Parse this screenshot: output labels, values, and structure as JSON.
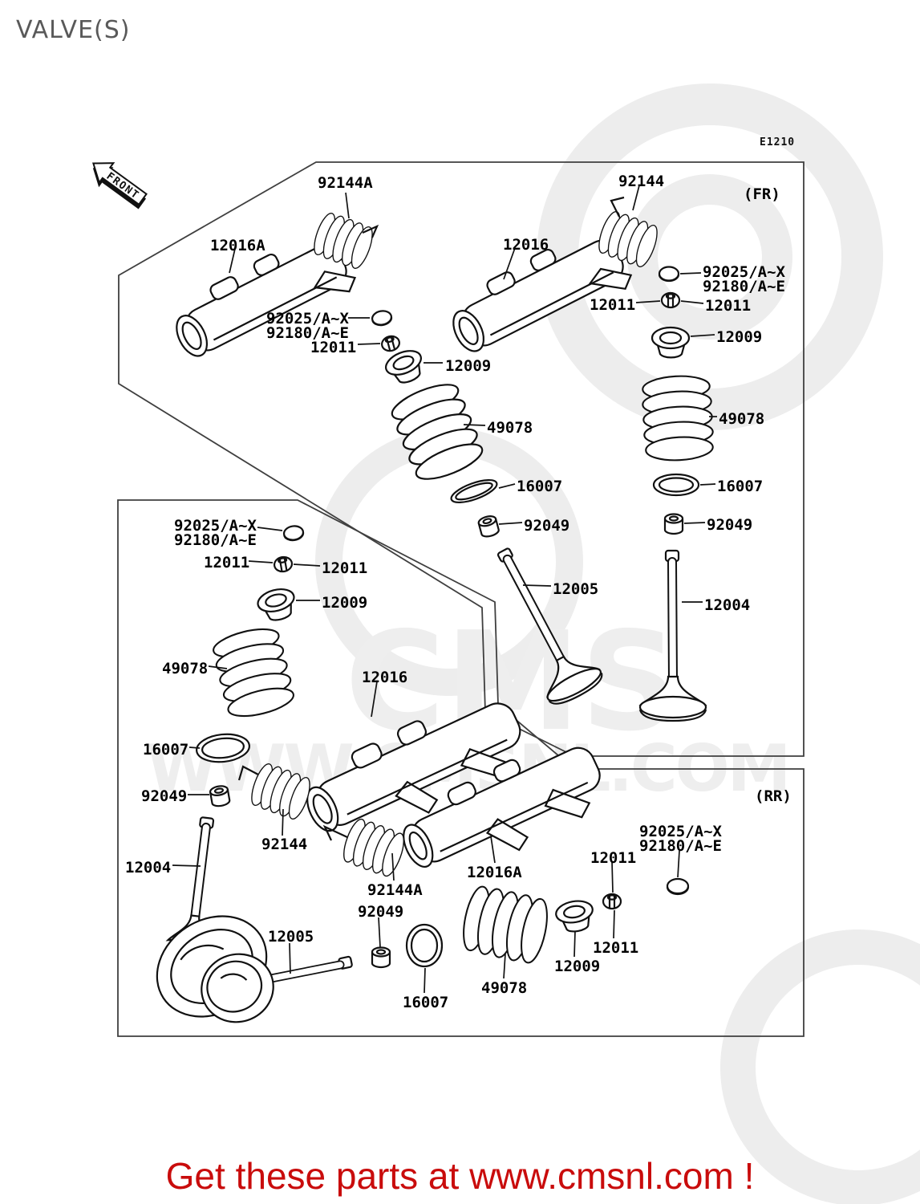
{
  "page": {
    "title": "VALVE(S)",
    "diagram_code": "E1210",
    "front_marker": "FRONT",
    "footer_cta": "Get these parts at www.cmsnl.com !",
    "watermark_primary": "CMS",
    "watermark_secondary": "WWW.CMSNL.COM",
    "colors": {
      "footer_red": "#c90c0c",
      "title_gray": "#595959",
      "line_black": "#111111",
      "watermark_gray": "#ededed"
    }
  },
  "sections": {
    "front": "(FR)",
    "rear": "(RR)"
  },
  "part_labels": [
    "92144A",
    "12016A",
    "92025/A~X",
    "92180/A~E",
    "12011",
    "12009",
    "92144",
    "(FR)",
    "12016",
    "92025/A~X",
    "92180/A~E",
    "12011",
    "12011",
    "12009",
    "49078",
    "16007",
    "92049",
    "12005",
    "49078",
    "16007",
    "92049",
    "12004",
    "92025/A~X",
    "92180/A~E",
    "12011",
    "12011",
    "12009",
    "49078",
    "12016",
    "16007",
    "92049",
    "12004",
    "92144",
    "92144A",
    "92049",
    "12005",
    "(RR)",
    "92025/A~X",
    "92180/A~E",
    "12011",
    "12016A",
    "12011",
    "12009",
    "49078",
    "16007"
  ]
}
